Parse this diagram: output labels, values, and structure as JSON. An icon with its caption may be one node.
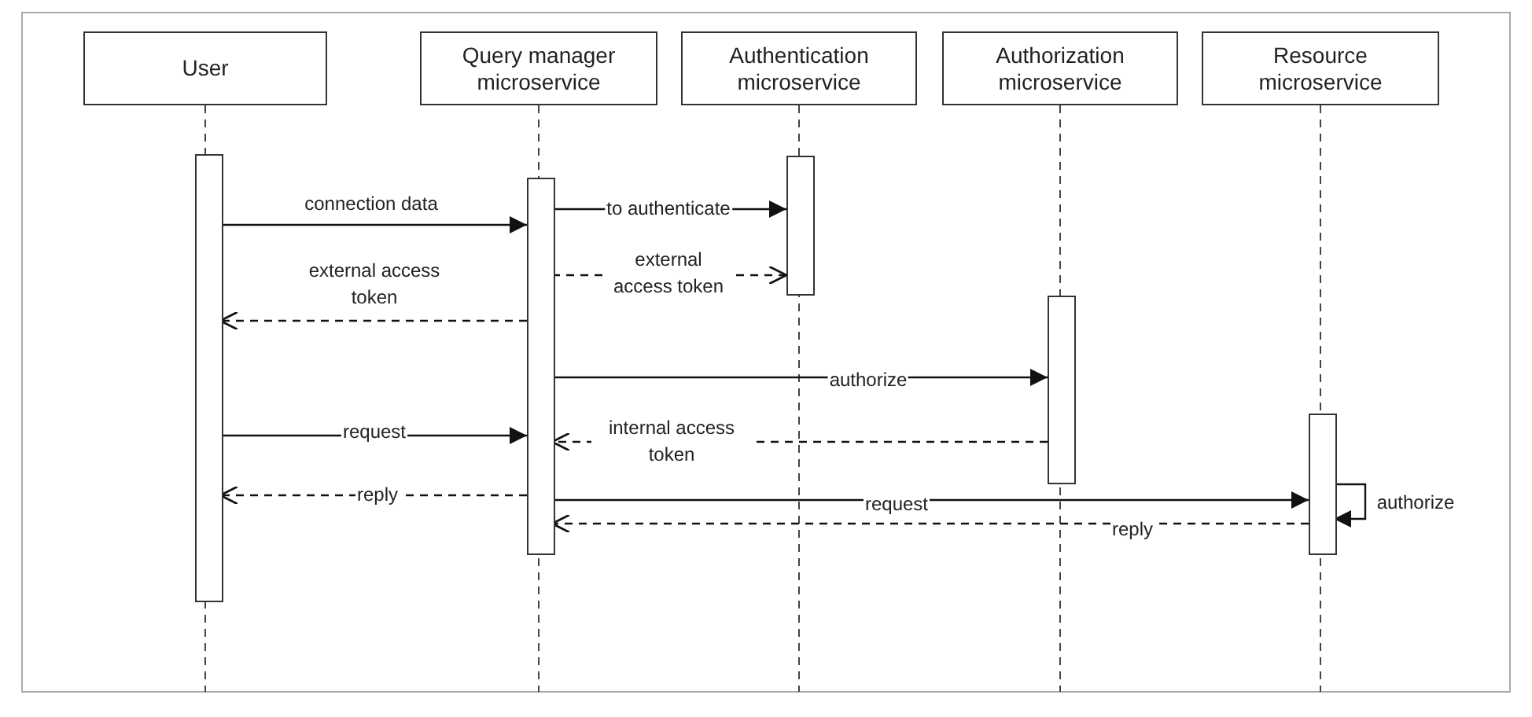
{
  "diagram": {
    "nodes": [
      {
        "text": [
          "User"
        ]
      },
      {
        "text": [
          "Query manager microservice"
        ]
      },
      {
        "text": [
          "Authentication microservice"
        ]
      },
      {
        "text": [
          "Authorization microservice"
        ]
      },
      {
        "text": [
          "Resource microservice"
        ]
      },
      {
        "text": [],
        "shape": "bar"
      },
      {
        "text": [],
        "shape": "bar"
      },
      {
        "text": [],
        "shape": "bar"
      },
      {
        "text": [],
        "shape": "bar"
      },
      {
        "text": [],
        "shape": "bar"
      }
    ],
    "edges": [
      {
        "from": 5,
        "to": 6,
        "arrow": "to",
        "label": "connection data"
      },
      {
        "from": 6,
        "to": 7,
        "arrow": "to",
        "label": "to authenticate"
      },
      {
        "from": 6,
        "to": 7,
        "arrow": "to",
        "label": "external access token",
        "style": "dashed"
      },
      {
        "from": 6,
        "to": 5,
        "arrow": "to",
        "label": "external access token",
        "style": "dashed"
      },
      {
        "from": 6,
        "to": 8,
        "arrow": "to",
        "label": "authorize"
      },
      {
        "from": 5,
        "to": 6,
        "arrow": "to",
        "label": "request"
      },
      {
        "from": 8,
        "to": 6,
        "arrow": "to",
        "label": "internal access token",
        "style": "dashed"
      },
      {
        "from": 6,
        "to": 5,
        "arrow": "to",
        "label": "reply",
        "style": "dashed"
      },
      {
        "from": 6,
        "to": 9,
        "arrow": "to",
        "label": "request"
      },
      {
        "from": 9,
        "to": 9,
        "arrow": "to",
        "label": "authorize"
      },
      {
        "from": 9,
        "to": 6,
        "arrow": "to",
        "label": "reply",
        "style": "dashed"
      }
    ]
  }
}
